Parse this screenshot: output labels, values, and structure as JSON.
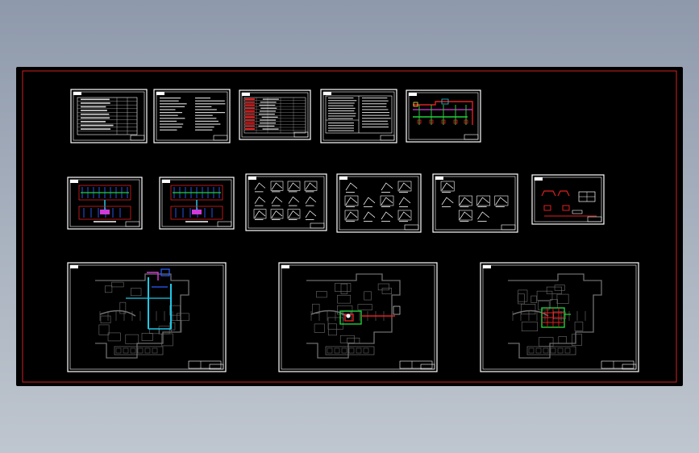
{
  "colors": {
    "background_top": "#8e99ab",
    "background_bottom": "#bfc6cf",
    "canvas": "#000000",
    "frame_border": "#d21f1f",
    "sheet_border": "#ffffff",
    "pipe_red": "#e02020",
    "pipe_green": "#1fd13a",
    "pipe_cyan": "#1ec8e8",
    "pipe_blue": "#2a5dff",
    "pipe_magenta": "#d23ad8",
    "wall_grey": "#6e6e6e"
  },
  "sheets": {
    "row1": [
      "sheet-index",
      "sheet-design-notes",
      "sheet-equipment-table",
      "sheet-specification",
      "sheet-system-diagram"
    ],
    "row2": [
      "sheet-riser-a",
      "sheet-riser-b",
      "sheet-details-a",
      "sheet-details-b",
      "sheet-details-c",
      "sheet-schematic"
    ],
    "row3": [
      "sheet-floor-plan-a",
      "sheet-floor-plan-b",
      "sheet-floor-plan-c"
    ]
  }
}
